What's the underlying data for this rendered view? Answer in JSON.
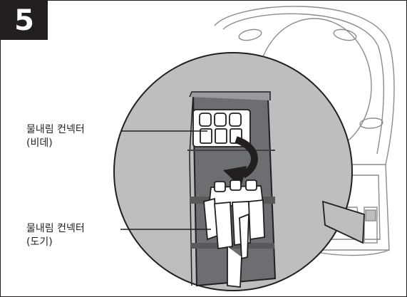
{
  "step": {
    "number": "5"
  },
  "callouts": {
    "bidet_connector": {
      "line1": "물내림 컨넥터",
      "line2": "(비데)"
    },
    "toilet_connector": {
      "line1": "물내림 컨넥터",
      "line2": "(도기)"
    }
  },
  "colors": {
    "stroke": "#231f20",
    "magnifier_fill": "#bcbec0",
    "connector_housing": "#6d6e71",
    "housing_dark": "#414042",
    "connector_white": "#ffffff",
    "arrow": "#231f20",
    "badge_bg": "#231f20",
    "badge_text": "#ffffff"
  },
  "icons": {
    "arrow": "curved-down-arrow-icon"
  }
}
